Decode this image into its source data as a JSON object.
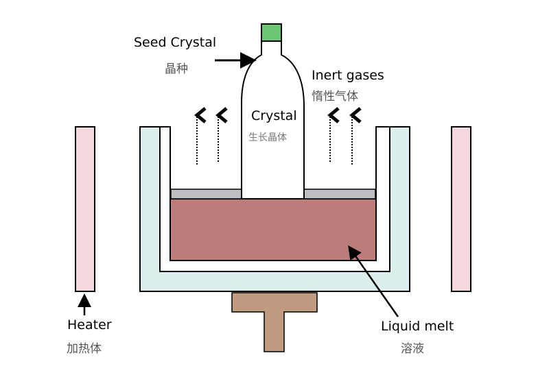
{
  "labels": {
    "seed_crystal": {
      "en": "Seed Crystal",
      "zh": "晶种"
    },
    "inert_gases": {
      "en": "Inert gases",
      "zh": "惰性气体"
    },
    "crystal": {
      "en": "Crystal",
      "zh": "生长晶体"
    },
    "heater": {
      "en": "Heater",
      "zh": "加热体"
    },
    "liquid_melt": {
      "en": "Liquid melt",
      "zh": "溶液"
    }
  },
  "colors": {
    "seed": "#6cc676",
    "crucible_outer": "#dcefef",
    "heater": "#f3d9de",
    "melt": "#bd7c7c",
    "surface_layer": "#bdbdc4",
    "pedestal": "#c19a82"
  }
}
